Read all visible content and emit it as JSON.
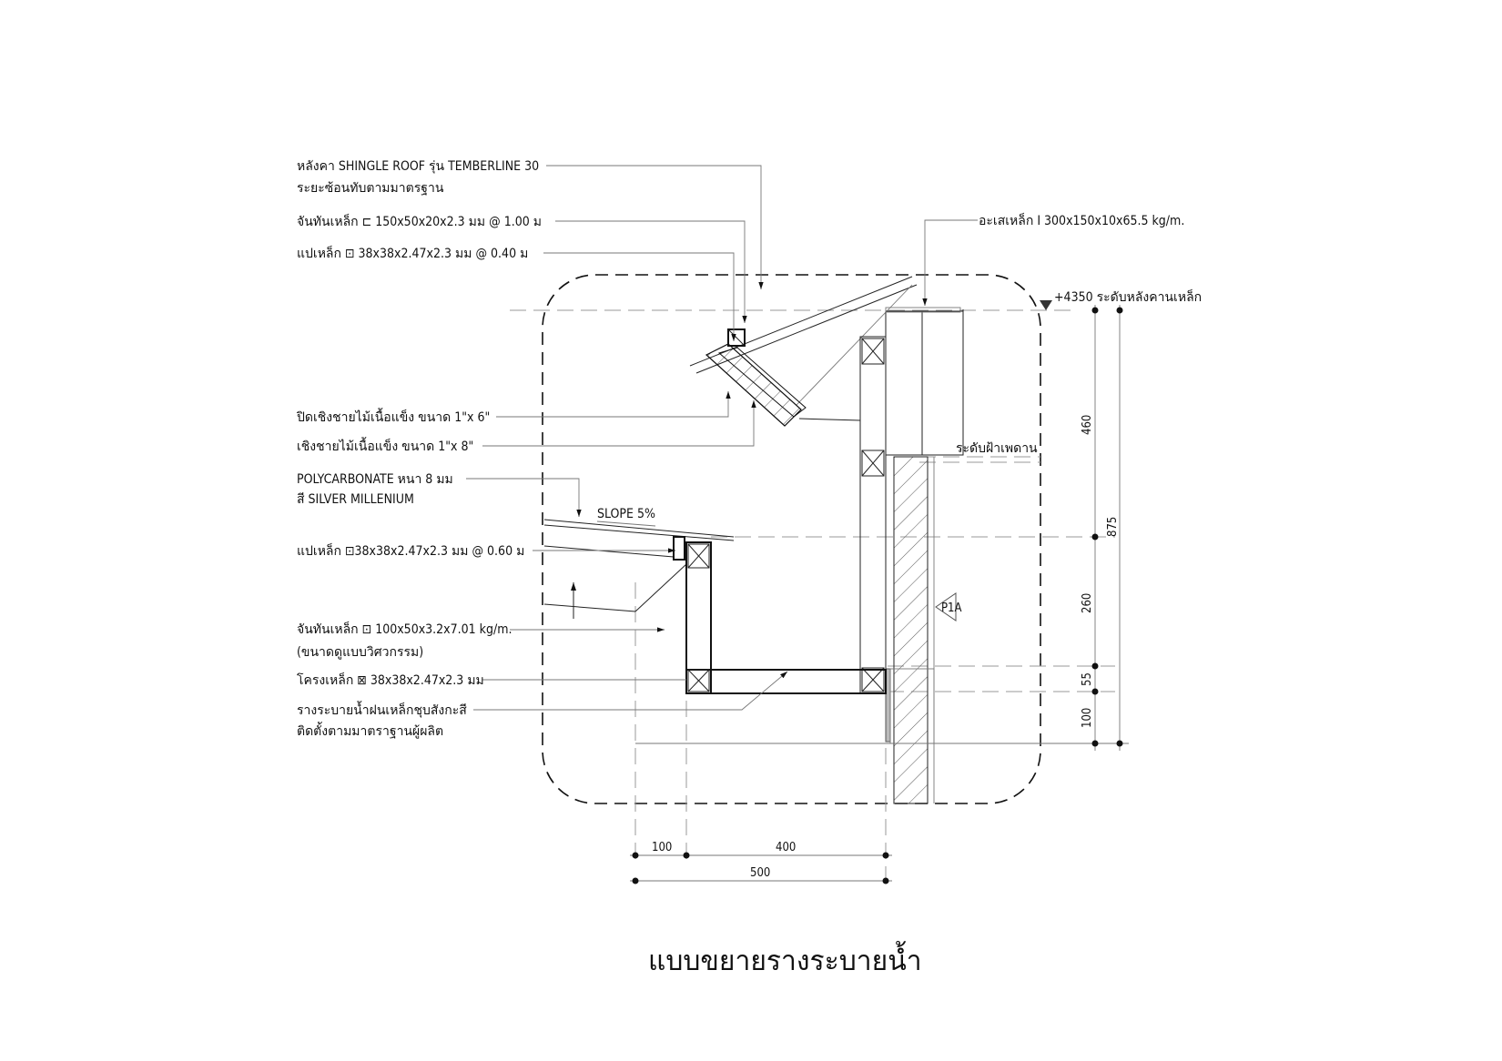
{
  "title": "แบบขยายรางระบายน้ำ",
  "labels": {
    "roof_1": "หลังคา SHINGLE ROOF รุ่น TEMBERLINE 30",
    "roof_2": "ระยะซ้อนทับตามมาตรฐาน",
    "purlin_c": "จันทันเหล็ก ⊏ 150x50x20x2.3 มม @ 1.00 ม",
    "purlin_sq": "แปเหล็ก ⊡ 38x38x2.47x2.3 มม @ 0.40 ม",
    "fascia_cover": "ปิดเชิงชายไม้เนื้อแข็ง ขนาด 1\"x 6\"",
    "fascia": "เชิงชายไม้เนื้อแข็ง ขนาด 1\"x 8\"",
    "poly_1": "POLYCARBONATE หนา 8 มม",
    "poly_2": "สี SILVER MILLENIUM",
    "slope": "SLOPE 5%",
    "purlin_060": "แปเหล็ก ⊡38x38x2.47x2.3 มม @ 0.60 ม",
    "rafter_1": "จันทันเหล็ก ⊡ 100x50x3.2x7.01 kg/m.",
    "rafter_2": "(ขนาดดูแบบวิศวกรรม)",
    "frame": "โครงเหล็ก ⊠ 38x38x2.47x2.3 มม",
    "gutter_1": "รางระบายน้ำฝนเหล็กชุบสังกะสี",
    "gutter_2": "ติดตั้งตามมาตราฐานผู้ผลิต",
    "beam": "อะเสเหล็ก I 300x150x10x65.5 kg/m.",
    "level_top": "+4350 ระดับหลังคานเหล็ก",
    "level_ceiling": "ระดับฝ้าเพดาน",
    "tag": "P1A"
  },
  "dimensions": {
    "vertical": [
      "460",
      "875",
      "260",
      "55",
      "100"
    ],
    "horizontal": [
      "100",
      "400",
      "500"
    ]
  }
}
